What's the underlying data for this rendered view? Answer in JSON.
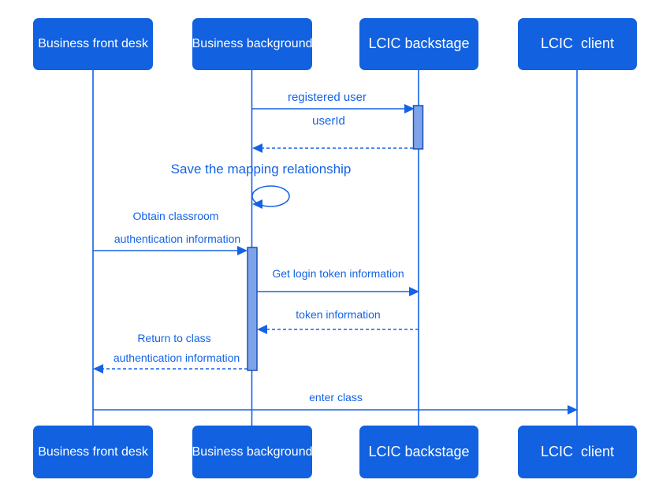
{
  "diagram": {
    "type": "uml-sequence-diagram",
    "colors": {
      "background": "#ffffff",
      "actor_fill": "#1161e0",
      "actor_text": "#ffffff",
      "line": "#1463e6",
      "label_text": "#1463e6",
      "activation_fill": "#7fa3e8",
      "activation_stroke": "#1c50b8"
    },
    "actors": [
      {
        "id": "business-front-desk",
        "label": "Business front desk"
      },
      {
        "id": "business-background",
        "label": "Business background"
      },
      {
        "id": "lcic-backstage",
        "label": "LCIC backstage"
      },
      {
        "id": "lcic-client",
        "label": "LCIC  client"
      }
    ],
    "messages": [
      {
        "label": "registered user",
        "style": "solid",
        "from": "Business background",
        "to": "LCIC backstage"
      },
      {
        "label": "userId",
        "style": "dashed",
        "from": "LCIC backstage",
        "to": "Business background"
      },
      {
        "label": "Save the mapping relationship",
        "style": "self-loop",
        "from": "Business background",
        "to": "Business background"
      },
      {
        "label": "Obtain classroom",
        "label2": "authentication information",
        "style": "solid",
        "from": "Business front desk",
        "to": "Business background"
      },
      {
        "label": "Get login token information",
        "style": "solid",
        "from": "Business background",
        "to": "LCIC backstage"
      },
      {
        "label": "token information",
        "style": "dashed",
        "from": "LCIC backstage",
        "to": "Business background"
      },
      {
        "label": "Return to class",
        "label2": "authentication information",
        "style": "dashed",
        "from": "Business background",
        "to": "Business front desk"
      },
      {
        "label": "enter class",
        "style": "solid",
        "from": "Business front desk",
        "to": "LCIC client"
      }
    ]
  }
}
